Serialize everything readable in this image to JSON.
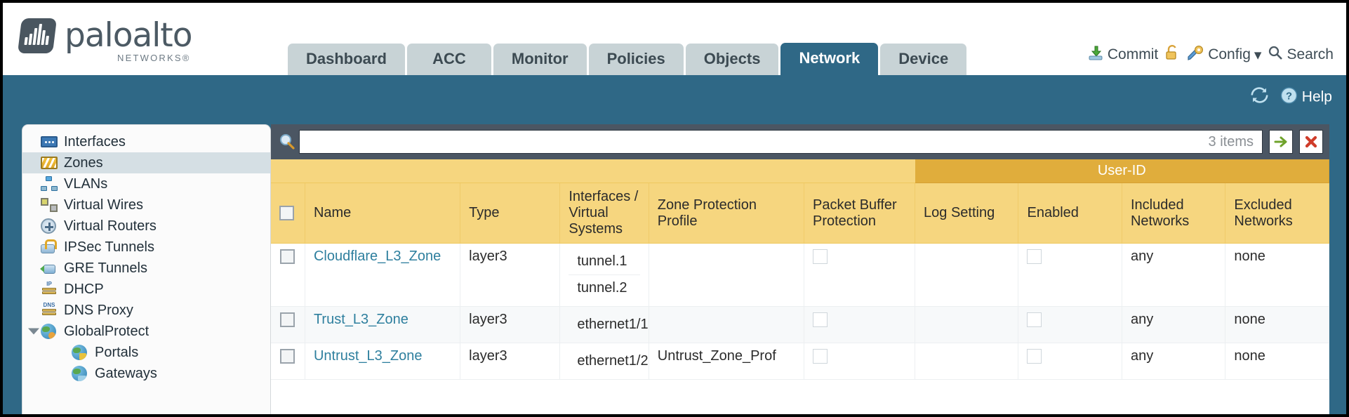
{
  "brand": {
    "name": "paloalto",
    "tagline": "NETWORKS",
    "registered": "®"
  },
  "nav": {
    "tabs": [
      {
        "label": "Dashboard",
        "active": false
      },
      {
        "label": "ACC",
        "active": false
      },
      {
        "label": "Monitor",
        "active": false
      },
      {
        "label": "Policies",
        "active": false
      },
      {
        "label": "Objects",
        "active": false
      },
      {
        "label": "Network",
        "active": true
      },
      {
        "label": "Device",
        "active": false
      }
    ]
  },
  "topright": {
    "commit": "Commit",
    "lock_icon": "padlock-icon",
    "config": "Config",
    "config_caret": "▾",
    "search": "Search"
  },
  "teal_bar": {
    "refresh_icon": "refresh-icon",
    "help": "Help"
  },
  "sidebar": {
    "items": [
      {
        "label": "Interfaces",
        "icon": "interfaces-icon",
        "selected": false,
        "dot": true,
        "child": false,
        "caret": false
      },
      {
        "label": "Zones",
        "icon": "zones-icon",
        "selected": true,
        "dot": true,
        "child": false,
        "caret": false
      },
      {
        "label": "VLANs",
        "icon": "vlans-icon",
        "selected": false,
        "dot": false,
        "child": false,
        "caret": false
      },
      {
        "label": "Virtual Wires",
        "icon": "virtual-wires-icon",
        "selected": false,
        "dot": false,
        "child": false,
        "caret": false
      },
      {
        "label": "Virtual Routers",
        "icon": "virtual-routers-icon",
        "selected": false,
        "dot": true,
        "child": false,
        "caret": false
      },
      {
        "label": "IPSec Tunnels",
        "icon": "ipsec-tunnels-icon",
        "selected": false,
        "dot": true,
        "child": false,
        "caret": false
      },
      {
        "label": "GRE Tunnels",
        "icon": "gre-tunnels-icon",
        "selected": false,
        "dot": false,
        "child": false,
        "caret": false
      },
      {
        "label": "DHCP",
        "icon": "dhcp-icon",
        "selected": false,
        "dot": true,
        "child": false,
        "caret": false
      },
      {
        "label": "DNS Proxy",
        "icon": "dns-proxy-icon",
        "selected": false,
        "dot": true,
        "child": false,
        "caret": false
      },
      {
        "label": "GlobalProtect",
        "icon": "globalprotect-icon",
        "selected": false,
        "dot": false,
        "child": false,
        "caret": true
      },
      {
        "label": "Portals",
        "icon": "portals-icon",
        "selected": false,
        "dot": false,
        "child": true,
        "caret": false
      },
      {
        "label": "Gateways",
        "icon": "gateways-icon",
        "selected": false,
        "dot": false,
        "child": true,
        "caret": false
      }
    ]
  },
  "search": {
    "value": "",
    "placeholder": "",
    "items_count": "3 items",
    "apply_icon": "green-arrow-icon",
    "clear_icon": "red-x-icon",
    "magnifier_icon": "search-icon"
  },
  "table": {
    "group_header": "User-ID",
    "columns": [
      "Name",
      "Type",
      "Interfaces / Virtual Systems",
      "Zone Protection Profile",
      "Packet Buffer Protection",
      "Log Setting",
      "Enabled",
      "Included Networks",
      "Excluded Networks"
    ],
    "rows": [
      {
        "name": "Cloudflare_L3_Zone",
        "type": "layer3",
        "interfaces": [
          "tunnel.1",
          "tunnel.2"
        ],
        "zone_protection_profile": "",
        "packet_buffer_protection": false,
        "log_setting": "",
        "userid_enabled": false,
        "included_networks": "any",
        "excluded_networks": "none"
      },
      {
        "name": "Trust_L3_Zone",
        "type": "layer3",
        "interfaces": [
          "ethernet1/1"
        ],
        "zone_protection_profile": "",
        "packet_buffer_protection": false,
        "log_setting": "",
        "userid_enabled": false,
        "included_networks": "any",
        "excluded_networks": "none"
      },
      {
        "name": "Untrust_L3_Zone",
        "type": "layer3",
        "interfaces": [
          "ethernet1/2"
        ],
        "zone_protection_profile": "Untrust_Zone_Prof",
        "packet_buffer_protection": false,
        "log_setting": "",
        "userid_enabled": false,
        "included_networks": "any",
        "excluded_networks": "none"
      }
    ]
  },
  "colors": {
    "teal": "#2f6886",
    "dark_bar": "#4b5663",
    "header_gold": "#f6d67f",
    "group_gold": "#e0ad3c",
    "link": "#2e7f9e"
  }
}
